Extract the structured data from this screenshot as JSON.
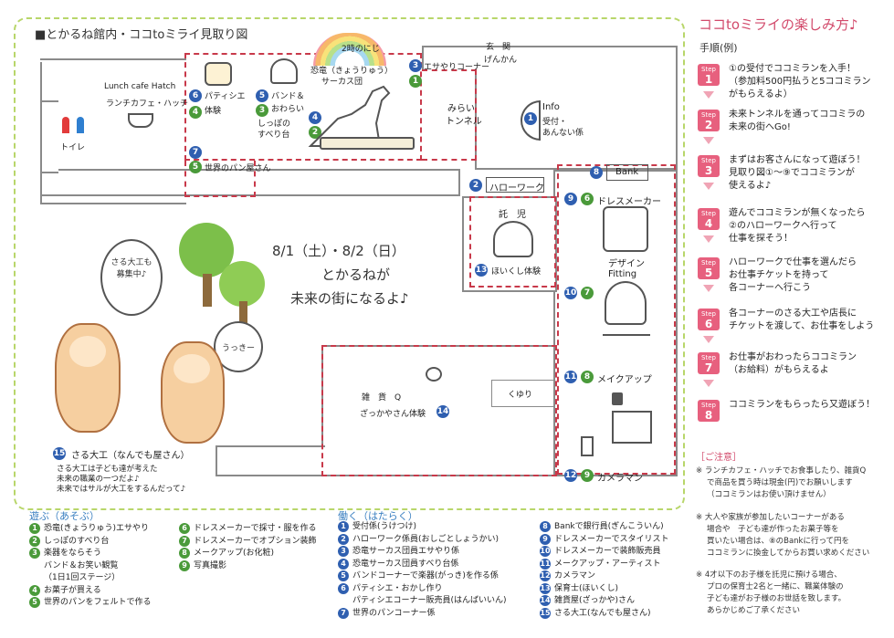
{
  "map": {
    "title": "■とかるね館内・ココtoミライ見取り図",
    "rainbow": "2時のにじ",
    "entrance": [
      "玄　関",
      "げんかん"
    ],
    "cafe": [
      "Lunch cafe Hatch",
      "ランチカフェ・ハッチ"
    ],
    "toilet": "トイレ",
    "patissier": [
      "パティシエ",
      "体験"
    ],
    "band": [
      "バンド＆",
      "おわらい"
    ],
    "slide": [
      "しっぽの",
      "すべり台"
    ],
    "dino": [
      "恐竜（きょうりゅう）",
      "サーカス団"
    ],
    "feed": "エサやりコーナー",
    "tunnel": [
      "みらい",
      "トンネル"
    ],
    "info": [
      "Info",
      "受付・",
      "あんない係"
    ],
    "bread": "世界のパン屋さん",
    "hellowork": "ハローワーク",
    "bank": "Bank",
    "nursery": [
      "託　児",
      "ほいくし体験"
    ],
    "dressmaker": "ドレスメーカー",
    "design": "デザイン",
    "fitting": "Fitting",
    "makeup": "メイクアップ",
    "cameraman": "カメラマン",
    "zakka": [
      "雑　貨　Q",
      "ざっかやさん体験"
    ],
    "kuyuri": "くゆり",
    "center": [
      "8/1（土）・8/2（日）",
      "とかるねが",
      "未来の街になるよ♪"
    ],
    "bubble1": [
      "さる大工も",
      "募集中♪"
    ],
    "bubble2": "うっきー",
    "saru_title": "さる大工（なんでも屋さん）",
    "saru_desc": [
      "さる大工は子ども達が考えた",
      "未来の職業の一つだよ♪",
      "未来ではサルが大工をするんだって♪"
    ]
  },
  "howto": {
    "title": "ココtoミライの楽しみ方♪",
    "subtitle": "手順(例)",
    "steps": [
      {
        "label": "Step",
        "n": "1",
        "lines": [
          "①の受付でココミランを入手！",
          "（参加料500円払うと5ココミラン",
          "がもらえるよ）"
        ]
      },
      {
        "label": "Step",
        "n": "2",
        "lines": [
          "未来トンネルを通ってココミラの",
          "未来の街へGo!"
        ]
      },
      {
        "label": "Step",
        "n": "3",
        "lines": [
          "まずはお客さんになって遊ぼう！",
          "見取り図①〜⑨でココミランが",
          "使えるよ♪"
        ]
      },
      {
        "label": "Step",
        "n": "4",
        "lines": [
          "遊んでココミランが無くなったら",
          "②のハローワークへ行って",
          "仕事を探そう！"
        ]
      },
      {
        "label": "Step",
        "n": "5",
        "lines": [
          "ハローワークで仕事を選んだら",
          "お仕事チケットを持って",
          "各コーナーへ行こう"
        ]
      },
      {
        "label": "Step",
        "n": "6",
        "lines": [
          "各コーナーのさる大工や店長に",
          "チケットを渡して、お仕事をしよう"
        ]
      },
      {
        "label": "Step",
        "n": "7",
        "lines": [
          "お仕事がおわったらココミラン",
          "（お給料）がもらえるよ"
        ]
      },
      {
        "label": "Step",
        "n": "8",
        "lines": [
          "ココミランをもらったら又遊ぼう！"
        ]
      }
    ]
  },
  "notes": {
    "title": "［ご注意］",
    "items": [
      [
        "※ ランチカフェ・ハッチでお食事したり、雑貨Q",
        "で商品を買う時は現金(円)でお願いします",
        "（ココミランはお使い頂けません）"
      ],
      [
        "※ 大人や家族が参加したいコーナーがある",
        "場合や　子ども達が作ったお菓子等を",
        "買いたい場合は、⑧のBankに行って円を",
        "ココミランに換金してからお買い求めください"
      ],
      [
        "※ 4才以下のお子様を託児に預ける場合、",
        "プロの保育士2名と一緒に、職業体験の",
        "子ども達がお子様のお世話を致します。",
        "あらかじめご了承ください"
      ]
    ]
  },
  "play": {
    "title": "遊ぶ（あそぶ）",
    "col1": [
      {
        "n": "1",
        "t": "恐竜(きょうりゅう)エサやり"
      },
      {
        "n": "2",
        "t": "しっぽのすべり台"
      },
      {
        "n": "3",
        "t": "楽器をならそう"
      },
      {
        "n": "",
        "t": "バンド＆お笑い観覧"
      },
      {
        "n": "",
        "t": "（1日1回ステージ）"
      },
      {
        "n": "4",
        "t": "お菓子が買える"
      },
      {
        "n": "5",
        "t": "世界のパンをフェルトで作る"
      }
    ],
    "col2": [
      {
        "n": "6",
        "t": "ドレスメーカーで採寸・服を作る"
      },
      {
        "n": "7",
        "t": "ドレスメーカーでオプション装飾"
      },
      {
        "n": "8",
        "t": "メークアップ(お化粧)"
      },
      {
        "n": "9",
        "t": "写真撮影"
      }
    ]
  },
  "work": {
    "title": "働く（はたらく）",
    "col1": [
      {
        "n": "1",
        "t": "受付係(うけつけ)"
      },
      {
        "n": "2",
        "t": "ハローワーク係員(おしごとしょうかい)"
      },
      {
        "n": "3",
        "t": "恐竜サーカス団員エサやり係"
      },
      {
        "n": "4",
        "t": "恐竜サーカス団員すべり台係"
      },
      {
        "n": "5",
        "t": "バンドコーナーで楽器(がっき)を作る係"
      },
      {
        "n": "6",
        "t": "パティシエ・おかし作り"
      },
      {
        "n": "",
        "t": "パティシエコーナー販売員(はんばいいん)"
      },
      {
        "n": "7",
        "t": "世界のパンコーナー係"
      }
    ],
    "col2": [
      {
        "n": "8",
        "t": "Bankで銀行員(ぎんこういん)"
      },
      {
        "n": "9",
        "t": "ドレスメーカーでスタイリスト"
      },
      {
        "n": "10",
        "t": "ドレスメーカーで装飾販売員"
      },
      {
        "n": "11",
        "t": "メークアップ・アーティスト"
      },
      {
        "n": "12",
        "t": "カメラマン"
      },
      {
        "n": "13",
        "t": "保育士(ほいくし)"
      },
      {
        "n": "14",
        "t": "雑貨屋(ざっかや)さん"
      },
      {
        "n": "15",
        "t": "さる大工(なんでも屋さん)"
      }
    ]
  },
  "colors": {
    "play": "#4a9a3a",
    "work": "#2f5fb0",
    "step": "#e7607e",
    "title": "#d24a6b",
    "route": "#c8394a"
  }
}
